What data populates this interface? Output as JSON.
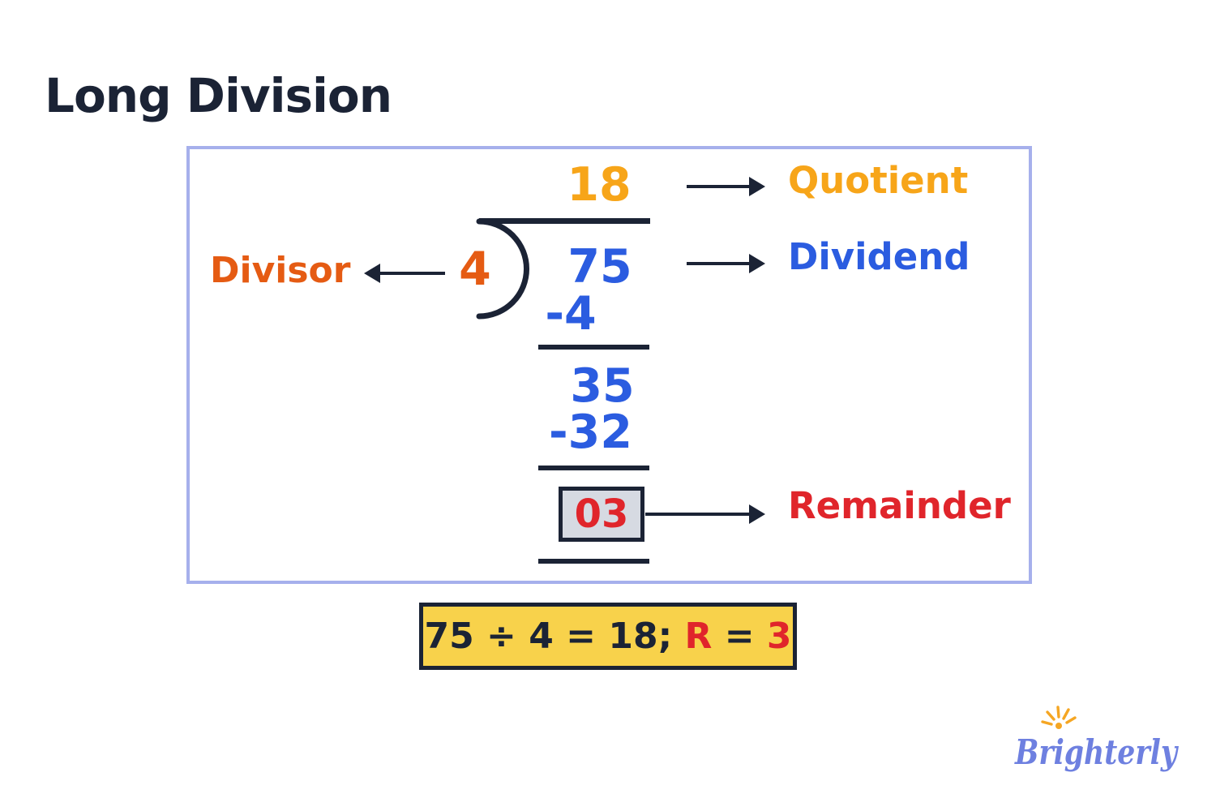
{
  "title": "Long Division",
  "colors": {
    "navy": "#1B2335",
    "quotient_orange": "#F7A519",
    "divisor_orange": "#E55B13",
    "dividend_blue": "#2B5CE0",
    "remainder_red": "#E0252B",
    "box_border_purple": "#A6B0EC",
    "equation_yellow": "#F8D24B",
    "remainder_box_gray": "#D6DAE2",
    "logo_purple": "#6E80E0",
    "logo_sun_orange": "#F5A623"
  },
  "division": {
    "quotient_value": "18",
    "quotient_label": "Quotient",
    "divisor_value": "4",
    "divisor_label": "Divisor",
    "dividend_value": "75",
    "dividend_label": "Dividend",
    "step_subtract_1": "-4",
    "step_result_1": "35",
    "step_subtract_2": "-32",
    "remainder_value": "03",
    "remainder_label": "Remainder"
  },
  "equation": {
    "main": "75 ÷ 4 = 18; ",
    "r_label": "R",
    "equals": " = ",
    "r_value": "3"
  },
  "logo": {
    "text": "Brighterly"
  },
  "icons": {
    "arrow_right_icon": "line-with-solid-triangle-pointing-right",
    "arrow_left_icon": "line-with-solid-triangle-pointing-left",
    "division_bracket_icon": "right-parenthesis-arc-with-overbar",
    "sun_icon": "orange-dot-with-radiating-rays"
  }
}
